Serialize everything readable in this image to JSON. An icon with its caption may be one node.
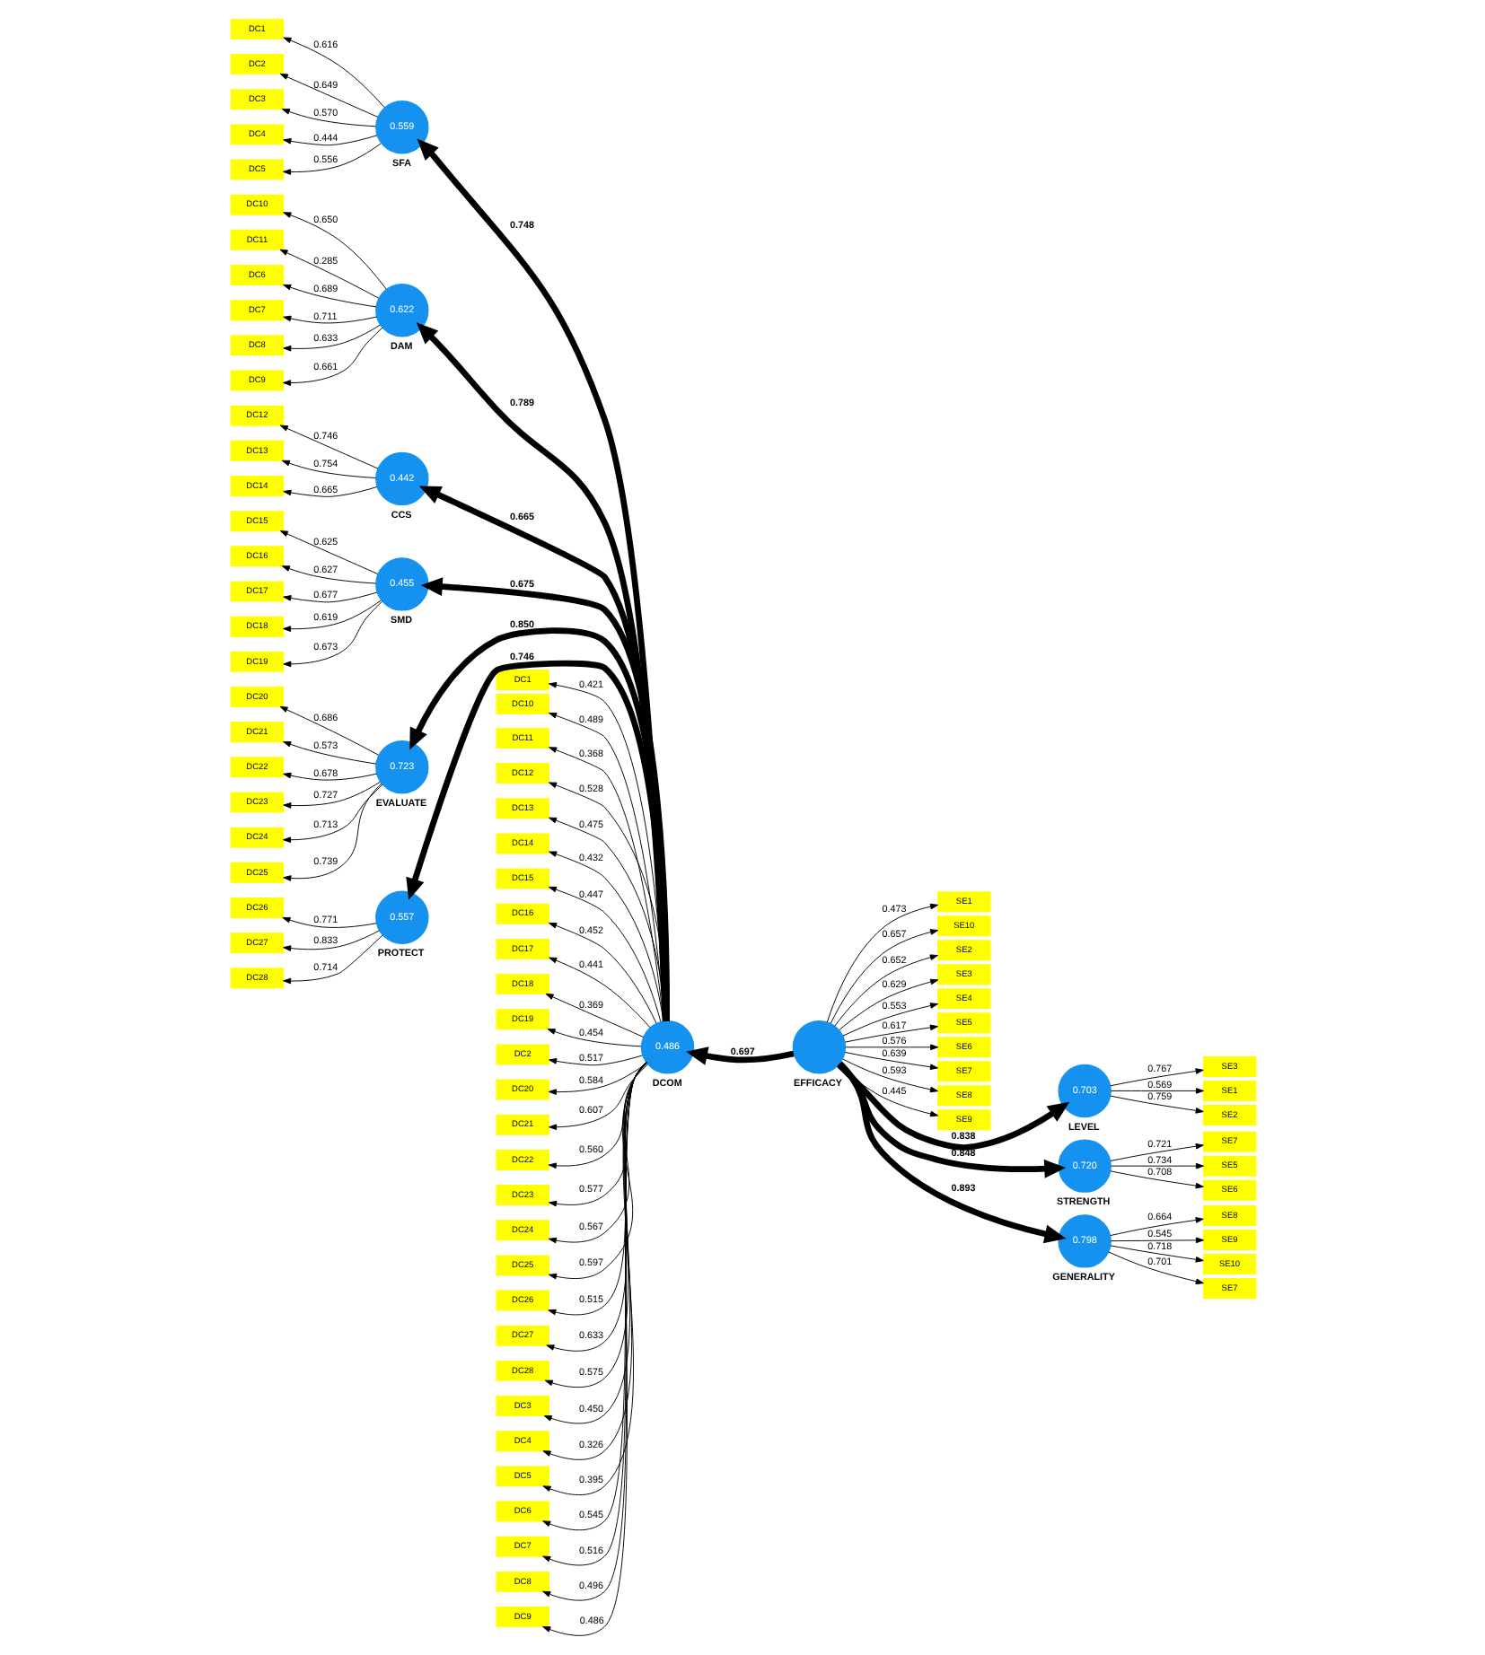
{
  "diagram": {
    "nodes": [
      {
        "text": [
          "DC1"
        ]
      },
      {
        "text": [
          "DC2"
        ]
      },
      {
        "text": [
          "DC3"
        ]
      },
      {
        "text": [
          "DC4"
        ]
      },
      {
        "text": [
          "DC5"
        ]
      },
      {
        "text": [
          "DC10"
        ]
      },
      {
        "text": [
          "DC11"
        ]
      },
      {
        "text": [
          "DC6"
        ]
      },
      {
        "text": [
          "DC7"
        ]
      },
      {
        "text": [
          "DC8"
        ]
      },
      {
        "text": [
          "DC9"
        ]
      },
      {
        "text": [
          "DC12"
        ]
      },
      {
        "text": [
          "DC13"
        ]
      },
      {
        "text": [
          "DC14"
        ]
      },
      {
        "text": [
          "DC15"
        ]
      },
      {
        "text": [
          "DC16"
        ]
      },
      {
        "text": [
          "DC17"
        ]
      },
      {
        "text": [
          "DC18"
        ]
      },
      {
        "text": [
          "DC19"
        ]
      },
      {
        "text": [
          "DC20"
        ]
      },
      {
        "text": [
          "DC21"
        ]
      },
      {
        "text": [
          "DC22"
        ]
      },
      {
        "text": [
          "DC23"
        ]
      },
      {
        "text": [
          "DC24"
        ]
      },
      {
        "text": [
          "DC25"
        ]
      },
      {
        "text": [
          "DC26"
        ]
      },
      {
        "text": [
          "DC27"
        ]
      },
      {
        "text": [
          "DC28"
        ]
      },
      {
        "text": [
          "0.559"
        ],
        "beside": [
          "SFA"
        ]
      },
      {
        "text": [
          "0.622"
        ],
        "beside": [
          "DAM"
        ]
      },
      {
        "text": [
          "0.442"
        ],
        "beside": [
          "CCS"
        ]
      },
      {
        "text": [
          "0.455"
        ],
        "beside": [
          "SMD"
        ]
      },
      {
        "text": [
          "0.723"
        ],
        "beside": [
          "EVALUATE"
        ]
      },
      {
        "text": [
          "0.557"
        ],
        "beside": [
          "PROTECT"
        ]
      },
      {
        "text": [
          "DC1"
        ]
      },
      {
        "text": [
          "DC10"
        ]
      },
      {
        "text": [
          "DC11"
        ]
      },
      {
        "text": [
          "DC12"
        ]
      },
      {
        "text": [
          "DC13"
        ]
      },
      {
        "text": [
          "DC14"
        ]
      },
      {
        "text": [
          "DC15"
        ]
      },
      {
        "text": [
          "DC16"
        ]
      },
      {
        "text": [
          "DC17"
        ]
      },
      {
        "text": [
          "DC18"
        ]
      },
      {
        "text": [
          "DC19"
        ]
      },
      {
        "text": [
          "DC2"
        ]
      },
      {
        "text": [
          "DC20"
        ]
      },
      {
        "text": [
          "DC21"
        ]
      },
      {
        "text": [
          "DC22"
        ]
      },
      {
        "text": [
          "DC23"
        ]
      },
      {
        "text": [
          "DC24"
        ]
      },
      {
        "text": [
          "DC25"
        ]
      },
      {
        "text": [
          "DC26"
        ]
      },
      {
        "text": [
          "DC27"
        ]
      },
      {
        "text": [
          "DC28"
        ]
      },
      {
        "text": [
          "DC3"
        ]
      },
      {
        "text": [
          "DC4"
        ]
      },
      {
        "text": [
          "DC5"
        ]
      },
      {
        "text": [
          "DC6"
        ]
      },
      {
        "text": [
          "DC7"
        ]
      },
      {
        "text": [
          "DC8"
        ]
      },
      {
        "text": [
          "DC9"
        ]
      },
      {
        "text": [
          "0.486"
        ],
        "beside": [
          "DCOM"
        ]
      },
      {
        "text": [],
        "shape": "circle",
        "beside": [
          "EFFICACY"
        ]
      },
      {
        "text": [
          "SE1"
        ]
      },
      {
        "text": [
          "SE10"
        ]
      },
      {
        "text": [
          "SE2"
        ]
      },
      {
        "text": [
          "SE3"
        ]
      },
      {
        "text": [
          "SE4"
        ]
      },
      {
        "text": [
          "SE5"
        ]
      },
      {
        "text": [
          "SE6"
        ]
      },
      {
        "text": [
          "SE7"
        ]
      },
      {
        "text": [
          "SE8"
        ]
      },
      {
        "text": [
          "SE9"
        ]
      },
      {
        "text": [
          "0.703"
        ],
        "beside": [
          "LEVEL"
        ]
      },
      {
        "text": [
          "0.720"
        ],
        "beside": [
          "STRENGTH"
        ]
      },
      {
        "text": [
          "0.798"
        ],
        "beside": [
          "GENERALITY"
        ]
      },
      {
        "text": [
          "SE1"
        ]
      },
      {
        "text": [
          "SE2"
        ]
      },
      {
        "text": [
          "SE3"
        ]
      },
      {
        "text": [
          "SE5"
        ]
      },
      {
        "text": [
          "SE6"
        ]
      },
      {
        "text": [
          "SE7"
        ]
      },
      {
        "text": [
          "SE10"
        ]
      },
      {
        "text": [
          "SE7"
        ]
      },
      {
        "text": [
          "SE8"
        ]
      },
      {
        "text": [
          "SE9"
        ]
      }
    ],
    "edges": [
      {
        "from": 28,
        "to": 0,
        "arrow": "to",
        "label": "0.616"
      },
      {
        "from": 28,
        "to": 1,
        "arrow": "to",
        "label": "0.649"
      },
      {
        "from": 28,
        "to": 2,
        "arrow": "to",
        "label": "0.570"
      },
      {
        "from": 28,
        "to": 3,
        "arrow": "to",
        "label": "0.444"
      },
      {
        "from": 28,
        "to": 4,
        "arrow": "to",
        "label": "0.556"
      },
      {
        "from": 29,
        "to": 5,
        "arrow": "to",
        "label": "0.650"
      },
      {
        "from": 29,
        "to": 6,
        "arrow": "to",
        "label": "0.285"
      },
      {
        "from": 29,
        "to": 7,
        "arrow": "to",
        "label": "0.689"
      },
      {
        "from": 29,
        "to": 8,
        "arrow": "to",
        "label": "0.711"
      },
      {
        "from": 29,
        "to": 9,
        "arrow": "to",
        "label": "0.633"
      },
      {
        "from": 29,
        "to": 10,
        "arrow": "to",
        "label": "0.661"
      },
      {
        "from": 30,
        "to": 11,
        "arrow": "to",
        "label": "0.746"
      },
      {
        "from": 30,
        "to": 12,
        "arrow": "to",
        "label": "0.754"
      },
      {
        "from": 30,
        "to": 13,
        "arrow": "to",
        "label": "0.665"
      },
      {
        "from": 31,
        "to": 14,
        "arrow": "to",
        "label": "0.625"
      },
      {
        "from": 31,
        "to": 15,
        "arrow": "to",
        "label": "0.627"
      },
      {
        "from": 31,
        "to": 16,
        "arrow": "to",
        "label": "0.677"
      },
      {
        "from": 31,
        "to": 17,
        "arrow": "to",
        "label": "0.619"
      },
      {
        "from": 31,
        "to": 18,
        "arrow": "to",
        "label": "0.673"
      },
      {
        "from": 32,
        "to": 19,
        "arrow": "to",
        "label": "0.686"
      },
      {
        "from": 32,
        "to": 20,
        "arrow": "to",
        "label": "0.573"
      },
      {
        "from": 32,
        "to": 21,
        "arrow": "to",
        "label": "0.678"
      },
      {
        "from": 32,
        "to": 22,
        "arrow": "to",
        "label": "0.727"
      },
      {
        "from": 32,
        "to": 23,
        "arrow": "to",
        "label": "0.713"
      },
      {
        "from": 32,
        "to": 24,
        "arrow": "to",
        "label": "0.739"
      },
      {
        "from": 33,
        "to": 25,
        "arrow": "to",
        "label": "0.771"
      },
      {
        "from": 33,
        "to": 26,
        "arrow": "to",
        "label": "0.833"
      },
      {
        "from": 33,
        "to": 27,
        "arrow": "to",
        "label": "0.714"
      },
      {
        "from": 62,
        "to": 28,
        "arrow": "to",
        "label": "0.748",
        "style": "thick"
      },
      {
        "from": 62,
        "to": 29,
        "arrow": "to",
        "label": "0.789",
        "style": "thick"
      },
      {
        "from": 62,
        "to": 30,
        "arrow": "to",
        "label": "0.665",
        "style": "thick"
      },
      {
        "from": 62,
        "to": 31,
        "arrow": "to",
        "label": "0.675",
        "style": "thick"
      },
      {
        "from": 62,
        "to": 32,
        "arrow": "to",
        "label": "0.850",
        "style": "thick"
      },
      {
        "from": 62,
        "to": 33,
        "arrow": "to",
        "label": "0.746",
        "style": "thick"
      },
      {
        "from": 62,
        "to": 34,
        "arrow": "to",
        "label": "0.421"
      },
      {
        "from": 62,
        "to": 35,
        "arrow": "to",
        "label": "0.489"
      },
      {
        "from": 62,
        "to": 36,
        "arrow": "to",
        "label": "0.368"
      },
      {
        "from": 62,
        "to": 37,
        "arrow": "to",
        "label": "0.528"
      },
      {
        "from": 62,
        "to": 38,
        "arrow": "to",
        "label": "0.475"
      },
      {
        "from": 62,
        "to": 39,
        "arrow": "to",
        "label": "0.432"
      },
      {
        "from": 62,
        "to": 40,
        "arrow": "to",
        "label": "0.447"
      },
      {
        "from": 62,
        "to": 41,
        "arrow": "to",
        "label": "0.452"
      },
      {
        "from": 62,
        "to": 42,
        "arrow": "to",
        "label": "0.441"
      },
      {
        "from": 62,
        "to": 43,
        "arrow": "to",
        "label": "0.369"
      },
      {
        "from": 62,
        "to": 44,
        "arrow": "to",
        "label": "0.454"
      },
      {
        "from": 62,
        "to": 45,
        "arrow": "to",
        "label": "0.517"
      },
      {
        "from": 62,
        "to": 46,
        "arrow": "to",
        "label": "0.584"
      },
      {
        "from": 62,
        "to": 47,
        "arrow": "to",
        "label": "0.607"
      },
      {
        "from": 62,
        "to": 48,
        "arrow": "to",
        "label": "0.560"
      },
      {
        "from": 62,
        "to": 49,
        "arrow": "to",
        "label": "0.577"
      },
      {
        "from": 62,
        "to": 50,
        "arrow": "to",
        "label": "0.567"
      },
      {
        "from": 62,
        "to": 51,
        "arrow": "to",
        "label": "0.597"
      },
      {
        "from": 62,
        "to": 52,
        "arrow": "to",
        "label": "0.515"
      },
      {
        "from": 62,
        "to": 53,
        "arrow": "to",
        "label": "0.633"
      },
      {
        "from": 62,
        "to": 54,
        "arrow": "to",
        "label": "0.575"
      },
      {
        "from": 62,
        "to": 55,
        "arrow": "to",
        "label": "0.450"
      },
      {
        "from": 62,
        "to": 56,
        "arrow": "to",
        "label": "0.326"
      },
      {
        "from": 62,
        "to": 57,
        "arrow": "to",
        "label": "0.395"
      },
      {
        "from": 62,
        "to": 58,
        "arrow": "to",
        "label": "0.545"
      },
      {
        "from": 62,
        "to": 59,
        "arrow": "to",
        "label": "0.516"
      },
      {
        "from": 62,
        "to": 60,
        "arrow": "to",
        "label": "0.496"
      },
      {
        "from": 62,
        "to": 61,
        "arrow": "to",
        "label": "0.486"
      },
      {
        "from": 63,
        "to": 62,
        "arrow": "to",
        "label": "0.697",
        "style": "thick"
      },
      {
        "from": 63,
        "to": 64,
        "arrow": "to",
        "label": "0.473"
      },
      {
        "from": 63,
        "to": 65,
        "arrow": "to",
        "label": "0.657"
      },
      {
        "from": 63,
        "to": 66,
        "arrow": "to",
        "label": "0.652"
      },
      {
        "from": 63,
        "to": 67,
        "arrow": "to",
        "label": "0.629"
      },
      {
        "from": 63,
        "to": 68,
        "arrow": "to",
        "label": "0.553"
      },
      {
        "from": 63,
        "to": 69,
        "arrow": "to",
        "label": "0.617"
      },
      {
        "from": 63,
        "to": 70,
        "arrow": "to",
        "label": "0.576"
      },
      {
        "from": 63,
        "to": 71,
        "arrow": "to",
        "label": "0.639"
      },
      {
        "from": 63,
        "to": 72,
        "arrow": "to",
        "label": "0.593"
      },
      {
        "from": 63,
        "to": 73,
        "arrow": "to",
        "label": "0.445"
      },
      {
        "from": 63,
        "to": 74,
        "arrow": "to",
        "label": "0.838",
        "style": "thick"
      },
      {
        "from": 63,
        "to": 75,
        "arrow": "to",
        "label": "0.848",
        "style": "thick"
      },
      {
        "from": 63,
        "to": 76,
        "arrow": "to",
        "label": "0.893",
        "style": "thick"
      },
      {
        "from": 74,
        "to": 77,
        "arrow": "to",
        "label": "0.569"
      },
      {
        "from": 74,
        "to": 78,
        "arrow": "to",
        "label": "0.759"
      },
      {
        "from": 74,
        "to": 79,
        "arrow": "to",
        "label": "0.767"
      },
      {
        "from": 75,
        "to": 80,
        "arrow": "to",
        "label": "0.734"
      },
      {
        "from": 75,
        "to": 81,
        "arrow": "to",
        "label": "0.708"
      },
      {
        "from": 75,
        "to": 82,
        "arrow": "to",
        "label": "0.721"
      },
      {
        "from": 76,
        "to": 83,
        "arrow": "to",
        "label": "0.718"
      },
      {
        "from": 76,
        "to": 84,
        "arrow": "to",
        "label": "0.701"
      },
      {
        "from": 76,
        "to": 85,
        "arrow": "to",
        "label": "0.664"
      },
      {
        "from": 76,
        "to": 86,
        "arrow": "to",
        "label": "0.545"
      }
    ]
  }
}
